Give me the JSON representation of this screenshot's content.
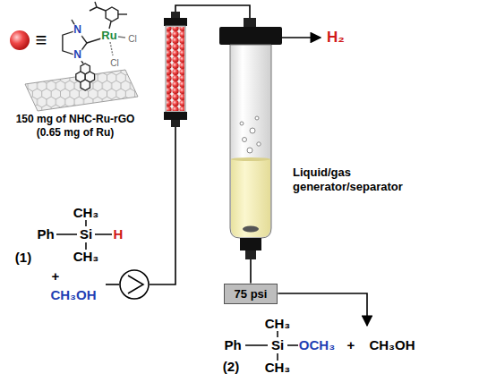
{
  "diagram": {
    "nodes": [
      {
        "text": [
          "Liquid/gas generator/separator"
        ]
      },
      {
        "text": [
          "75 psi"
        ]
      }
    ],
    "edges": [
      {
        "from": 0,
        "to": 1,
        "arrow": "none"
      }
    ],
    "labels": [
      "≡",
      "N",
      "N",
      "Ru",
      "Cl",
      "Cl",
      "150 mg of NHC-Ru-rGO",
      "(0.65 mg of Ru)",
      "H₂",
      "CH₃",
      "Ph",
      "Si",
      "H",
      "CH₃",
      "(1)",
      "+",
      "CH₃OH",
      "CH₃",
      "Ph",
      "Si",
      "OCH₃",
      "+",
      "CH₃OH",
      "CH₃",
      "(2)"
    ]
  }
}
